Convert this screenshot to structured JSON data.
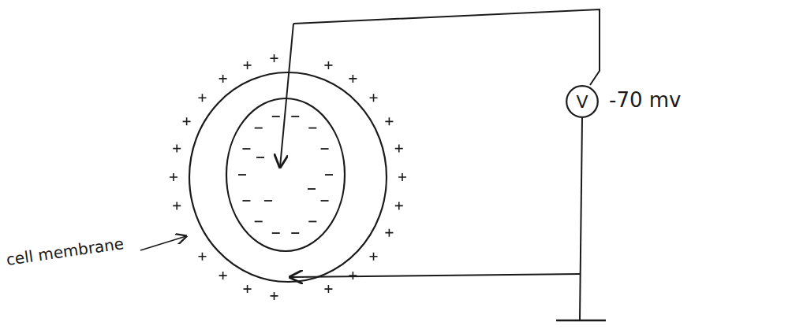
{
  "diagram": {
    "nodes": [
      {
        "text": [
          "V"
        ]
      }
    ],
    "labels": [
      "-70 mv",
      "cell membrane"
    ]
  }
}
